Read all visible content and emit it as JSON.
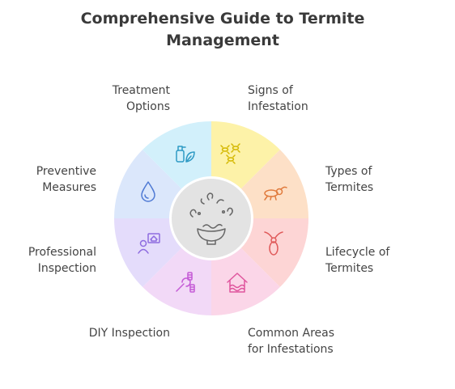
{
  "title": "Comprehensive Guide to Termite\nManagement",
  "segments": [
    {
      "label": "Signs of\nInfestation",
      "color": "#fdf2a8",
      "icon": "termites-icon"
    },
    {
      "label": "Types of\nTermites",
      "color": "#fde0c7",
      "icon": "termite-side-icon"
    },
    {
      "label": "Lifecycle of\nTermites",
      "color": "#fdd5d5",
      "icon": "termite-antennae-icon"
    },
    {
      "label": "Common Areas\nfor Infestations",
      "color": "#fbd6e8",
      "icon": "flooded-house-icon"
    },
    {
      "label": "DIY Inspection",
      "color": "#f2d9f7",
      "icon": "wrench-screws-icon"
    },
    {
      "label": "Professional\nInspection",
      "color": "#e4dcfb",
      "icon": "inspector-house-icon"
    },
    {
      "label": "Preventive\nMeasures",
      "color": "#dbe7fb",
      "icon": "water-drop-icon"
    },
    {
      "label": "Treatment\nOptions",
      "color": "#d2f0fb",
      "icon": "spray-leaf-icon"
    }
  ],
  "center": {
    "color": "#e3e3e3",
    "icon": "bowl-splash-icon"
  }
}
